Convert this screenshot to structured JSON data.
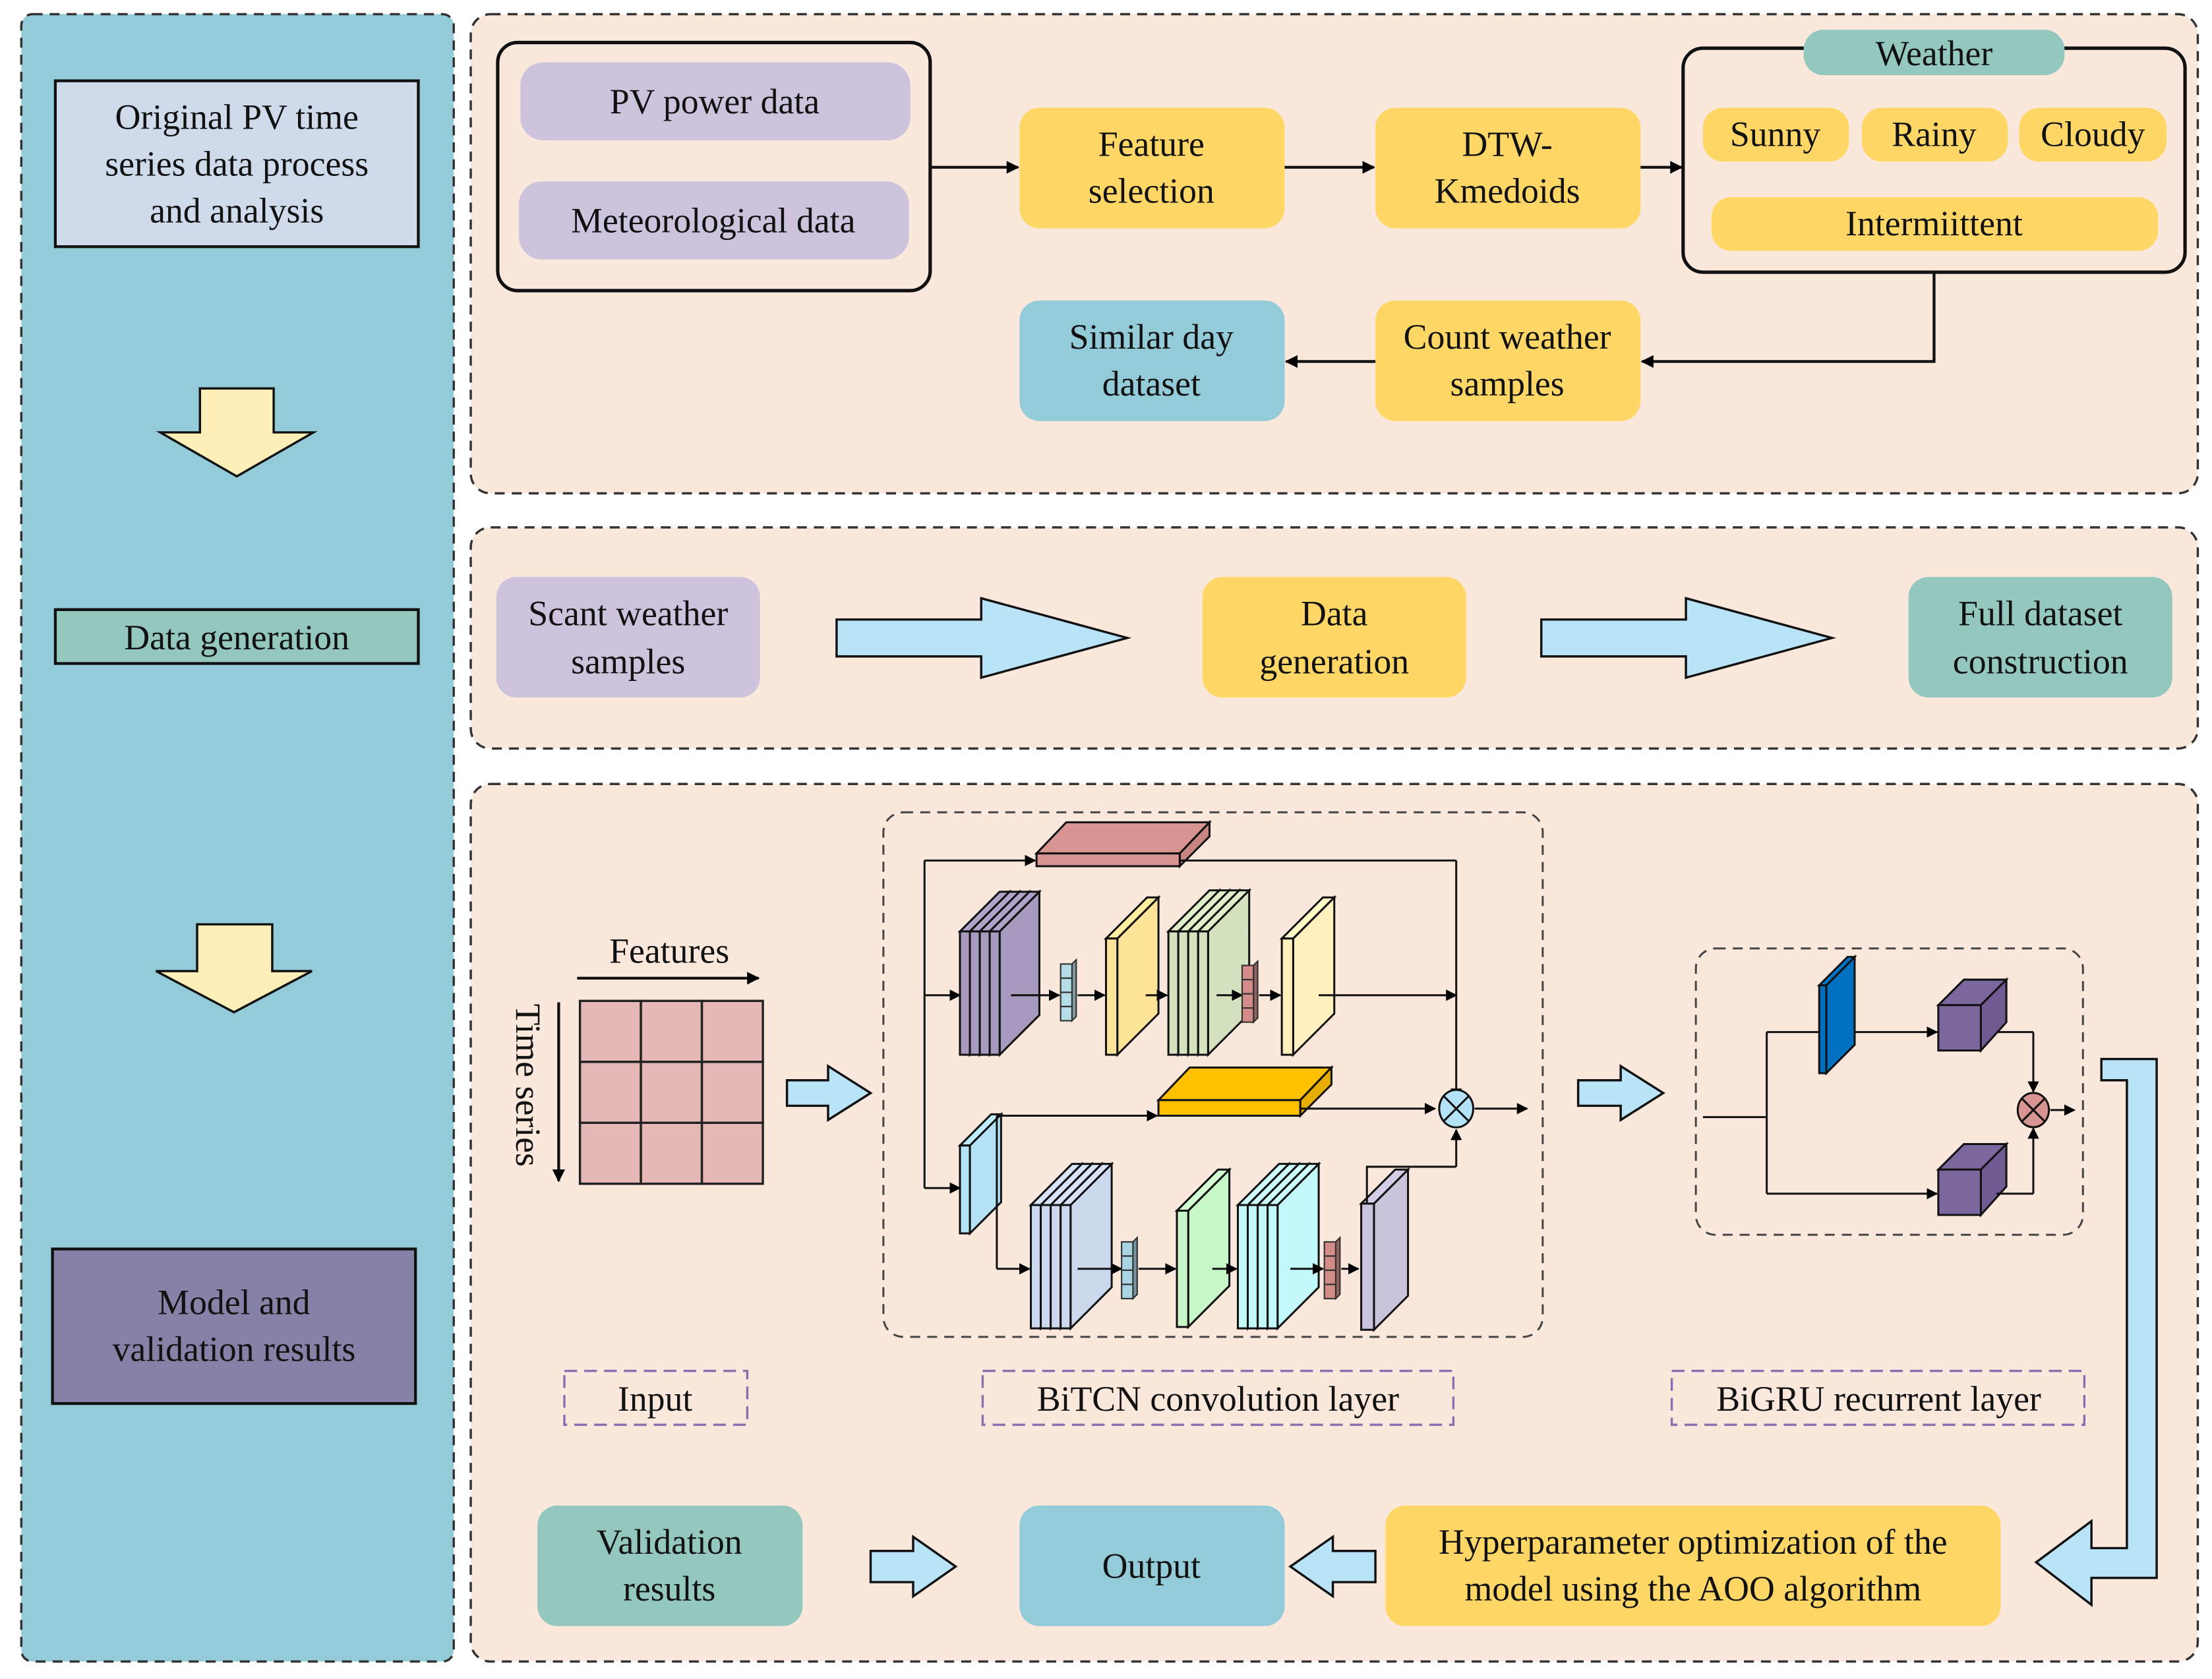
{
  "left_panel": {
    "stage1": "Original PV time series data process and analysis",
    "stage1_lines": [
      "Original PV time",
      "series data process",
      "and analysis"
    ],
    "stage2": "Data generation",
    "stage3_lines": [
      "Model and",
      "validation results"
    ]
  },
  "section1": {
    "inputs": [
      "PV power data",
      "Meteorological data"
    ],
    "feature_selection": [
      "Feature",
      "selection"
    ],
    "clustering": [
      "DTW-",
      "Kmedoids"
    ],
    "weather_group": {
      "title": "Weather",
      "types": [
        "Sunny",
        "Rainy",
        "Cloudy"
      ],
      "wide_type": "Intermiittent"
    },
    "count": [
      "Count weather",
      "samples"
    ],
    "similar": [
      "Similar day",
      "dataset"
    ]
  },
  "section2": {
    "scant": [
      "Scant weather",
      "samples"
    ],
    "generation": [
      "Data",
      "generation"
    ],
    "full": [
      "Full dataset",
      "construction"
    ]
  },
  "section3": {
    "input_features_label": "Features",
    "input_time_label": "Time series",
    "input_caption": "Input",
    "bitcn_caption": "BiTCN convolution layer",
    "bigru_caption": "BiGRU recurrent layer",
    "validation": [
      "Validation",
      "results"
    ],
    "output": "Output",
    "hyperparam": [
      "Hyperparameter optimization of the",
      "model using the AOO algorithm"
    ]
  },
  "colors": {
    "left_panel_bg": "#93cbd9",
    "section_bg": "#fbe8dc",
    "purple_box": "#cdc3dc",
    "yellow_box": "#fed766",
    "teal_box": "#94c8bf",
    "blue_box": "#93cbd9",
    "arrow_fill": "#b9e4f7",
    "down_arrow_fill": "#feeeb8",
    "stage1_box": "#cfdaea",
    "stage2_box": "#94c8bf",
    "stage3_box": "#8582a7"
  }
}
